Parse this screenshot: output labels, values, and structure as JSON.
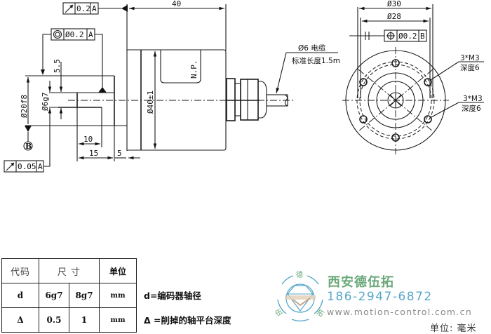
{
  "side_view": {
    "runout_top": {
      "symbol": "circular-runout",
      "tolerance": "0.2",
      "datum": "A"
    },
    "concentricity": {
      "symbol": "concentricity",
      "tolerance": "Ø0.2",
      "datum": "A"
    },
    "runout_bottom": {
      "symbol": "circular-runout",
      "tolerance": "0.05",
      "datum": "A"
    },
    "datum_b": "B",
    "dims": {
      "length_total": "40",
      "flat_depth": "5.5",
      "pilot_diameter": "Ø20f8",
      "shaft_diameter": "Ø6g7",
      "body_diameter": "Ø40±1",
      "flat_length": "10",
      "shaft_length": "15",
      "pilot_length": "5"
    },
    "nameplate": "N.P.",
    "cable_label_line1": "Ø6 电缆",
    "cable_label_line2": "标准长度1.5m"
  },
  "front_view": {
    "dim_outer": "Ø30",
    "dim_inner": "Ø28",
    "position_tol": {
      "symbol": "position",
      "tolerance": "Ø0.2",
      "datum": "B"
    },
    "holes_top": {
      "line1": "3*M3",
      "line2": "深度6"
    },
    "holes_bottom": {
      "line1": "3*M3",
      "line2": "深度6"
    }
  },
  "table": {
    "headers": {
      "code": "代码",
      "size": "尺  寸",
      "unit": "单位"
    },
    "rows": [
      {
        "code": "d",
        "v1": "6g7",
        "v2": "8g7",
        "unit": "mm"
      },
      {
        "code": "Δ",
        "v1": "0.5",
        "v2": "1",
        "unit": "mm"
      }
    ]
  },
  "notes": {
    "d_note": "d=编码器轴径",
    "delta_note": "Δ =削掉的轴平台深度"
  },
  "brand": {
    "name": "西安德伍拓",
    "phone": "186-2947-6872",
    "url": "www.motion-control.com.cn",
    "logo_chars": [
      "德",
      "伍",
      "拓"
    ],
    "colors": {
      "green": "#6aa879",
      "blue": "#58a7c8",
      "gray": "#8a8a8a"
    }
  },
  "unit_label": "单位: 毫米"
}
